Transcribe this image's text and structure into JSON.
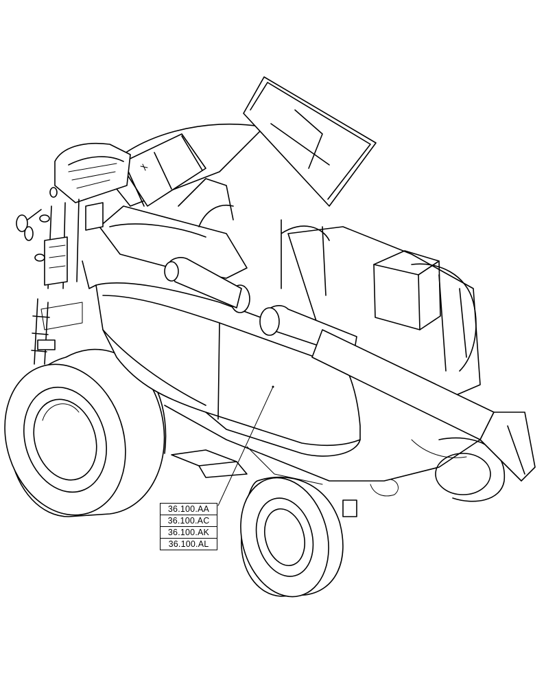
{
  "references": [
    {
      "code": "36.100.AA"
    },
    {
      "code": "36.100.AC"
    },
    {
      "code": "36.100.AK"
    },
    {
      "code": "36.100.AL"
    }
  ],
  "colors": {
    "line": "#000000",
    "background": "#ffffff"
  }
}
